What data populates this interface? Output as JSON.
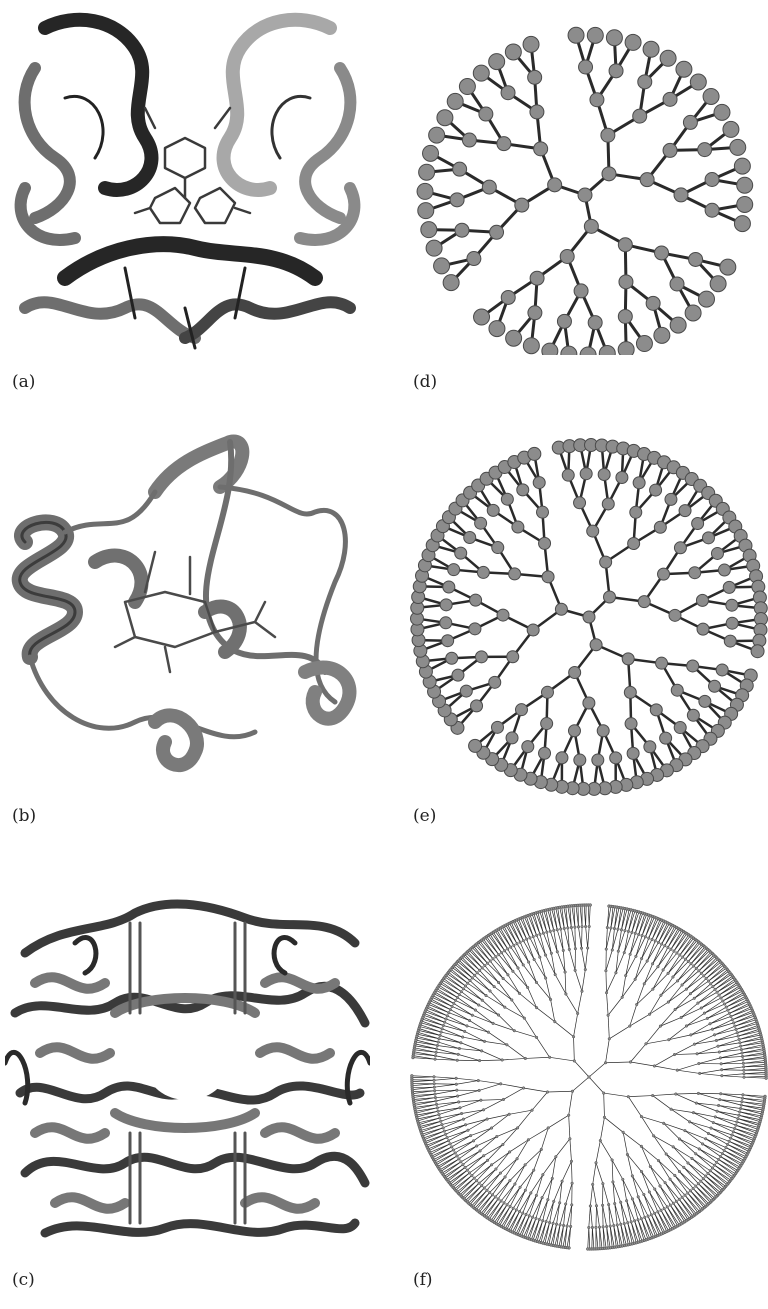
{
  "figure": {
    "panels": [
      {
        "id": "a",
        "label": "(a)",
        "kind": "protein-ribbon",
        "description": "dimer ribbon"
      },
      {
        "id": "b",
        "label": "(b)",
        "kind": "protein-ribbon",
        "description": "single chain with heme"
      },
      {
        "id": "c",
        "label": "(c)",
        "kind": "protein-ribbon",
        "description": "tetramer complex"
      },
      {
        "id": "d",
        "label": "(d)",
        "kind": "dendrimer",
        "generations": 5,
        "core_branches": 3
      },
      {
        "id": "e",
        "label": "(e)",
        "kind": "dendrimer",
        "generations": 6,
        "core_branches": 3
      },
      {
        "id": "f",
        "label": "(f)",
        "kind": "dendrimer",
        "generations": 8,
        "core_branches": 4
      }
    ],
    "colors": {
      "ribbon_dark": "#262626",
      "ribbon_mid": "#6e6e6e",
      "ribbon_light": "#a8a8a8",
      "node_fill": "#8c8c8c",
      "node_stroke": "#4a4a4a",
      "bond": "#2a2a2a"
    }
  }
}
